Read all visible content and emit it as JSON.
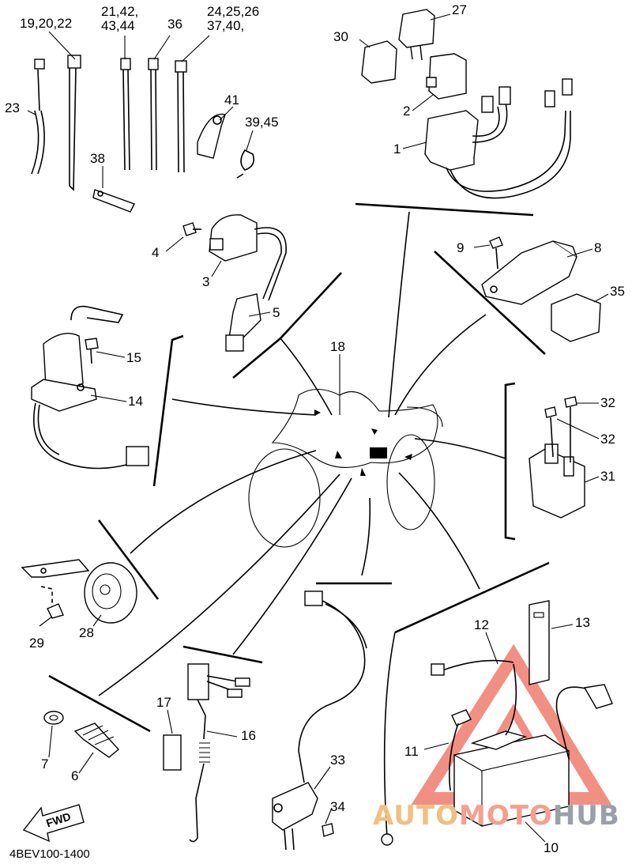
{
  "diagram": {
    "code": "4BEV100-1400",
    "watermark": {
      "part_a": "AUTO",
      "part_b": "MOTO",
      "part_c": "HUB"
    },
    "fwd_label": "FWD",
    "labels": {
      "l1": "1",
      "l2": "2",
      "l3": "3",
      "l4": "4",
      "l5": "5",
      "l6": "6",
      "l7": "7",
      "l8": "8",
      "l9": "9",
      "l10": "10",
      "l11": "11",
      "l12": "12",
      "l13": "13",
      "l14": "14",
      "l15": "15",
      "l16": "16",
      "l17": "17",
      "l18": "18",
      "l19": "19,20,22",
      "l21a": "21,42,",
      "l21b": "43,44",
      "l23": "23",
      "l24a": "24,25,26",
      "l24b": "37,40,",
      "l27": "27",
      "l28": "28",
      "l29": "29",
      "l30": "30",
      "l31": "31",
      "l32a": "32",
      "l32b": "32",
      "l33": "33",
      "l34": "34",
      "l35": "35",
      "l36": "36",
      "l38": "38",
      "l39": "39,45",
      "l41": "41"
    }
  }
}
